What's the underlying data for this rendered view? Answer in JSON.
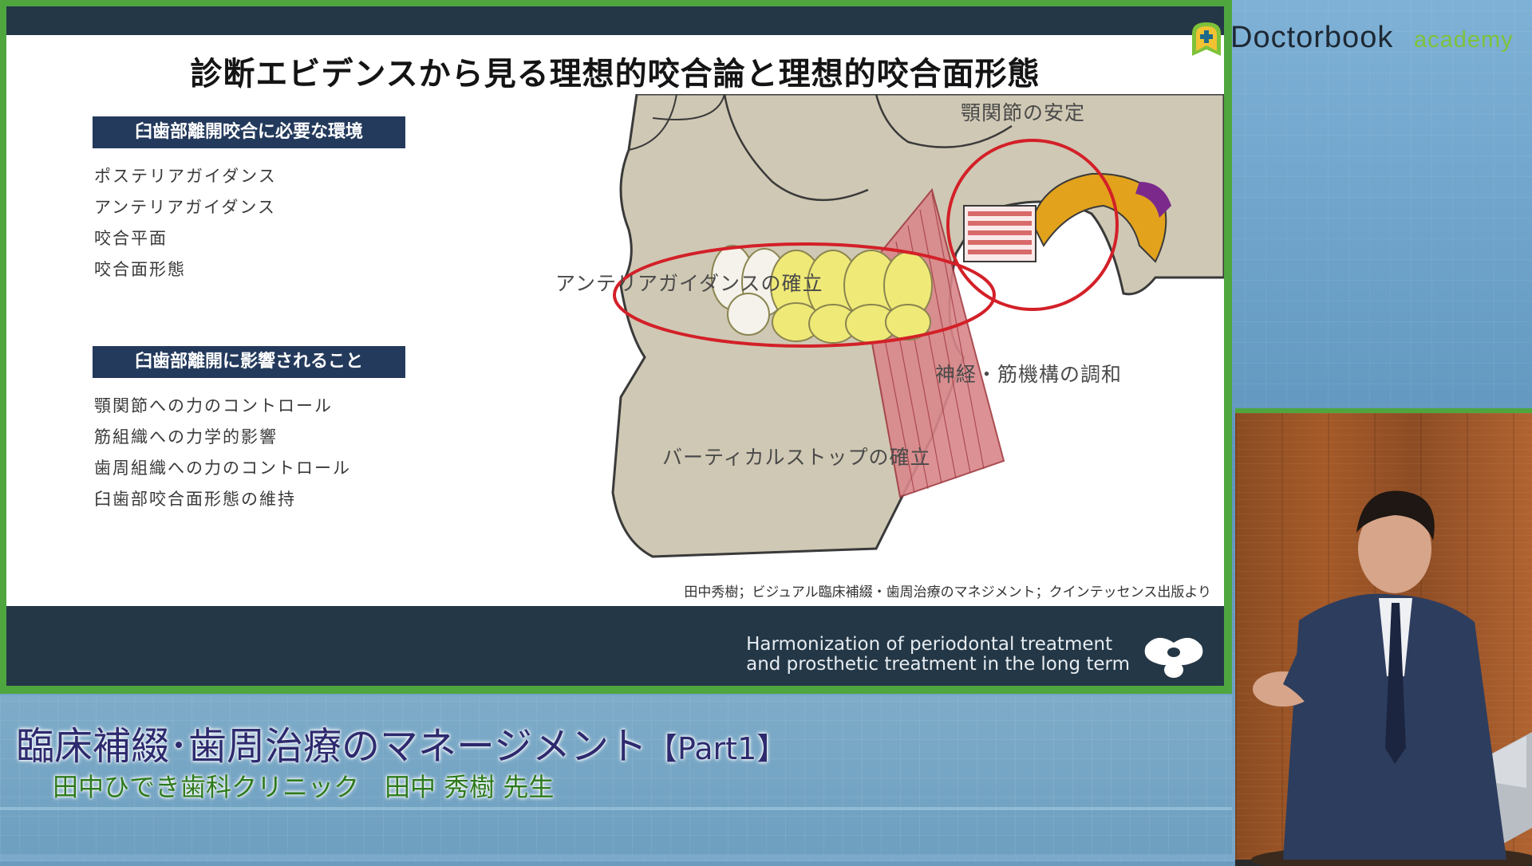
{
  "slide": {
    "title": "診断エビデンスから見る理想的咬合論と理想的咬合面形態",
    "section1": {
      "header": "臼歯部離開咬合に必要な環境",
      "items": [
        "ポステリアガイダンス",
        "アンテリアガイダンス",
        "咬合平面",
        "咬合面形態"
      ]
    },
    "section2": {
      "header": "臼歯部離開に影響されること",
      "items": [
        "顎関節への力のコントロール",
        "筋組織への力学的影響",
        "歯周組織への力のコントロール",
        "臼歯部咬合面形態の維持"
      ]
    },
    "diagram_labels": {
      "tmj": "顎関節の安定",
      "anterior": "アンテリアガイダンスの確立",
      "neuro": "神経・筋機構の調和",
      "vertical": "バーティカルストップの確立"
    },
    "citation": "田中秀樹；ビジュアル臨床補綴・歯周治療のマネジメント；クインテッセンス出版より",
    "footer": {
      "line1": "Harmonization of periodontal treatment",
      "line2": "and prosthetic treatment in the long term"
    }
  },
  "brand": {
    "name": "Doctorbook",
    "sub": "academy"
  },
  "caption": {
    "title": "臨床補綴･歯周治療のマネージメント",
    "part": "【Part1】",
    "subtitle": "田中ひでき歯科クリニック　田中 秀樹 先生"
  },
  "colors": {
    "slide_navy": "#243746",
    "header_blue": "#243a5c",
    "frame_green": "#4fa63f",
    "ellipse_red": "#d32028",
    "caption_purple": "#2d2a6e",
    "caption_green": "#2d7a1d",
    "brand_green": "#7ec23a"
  }
}
